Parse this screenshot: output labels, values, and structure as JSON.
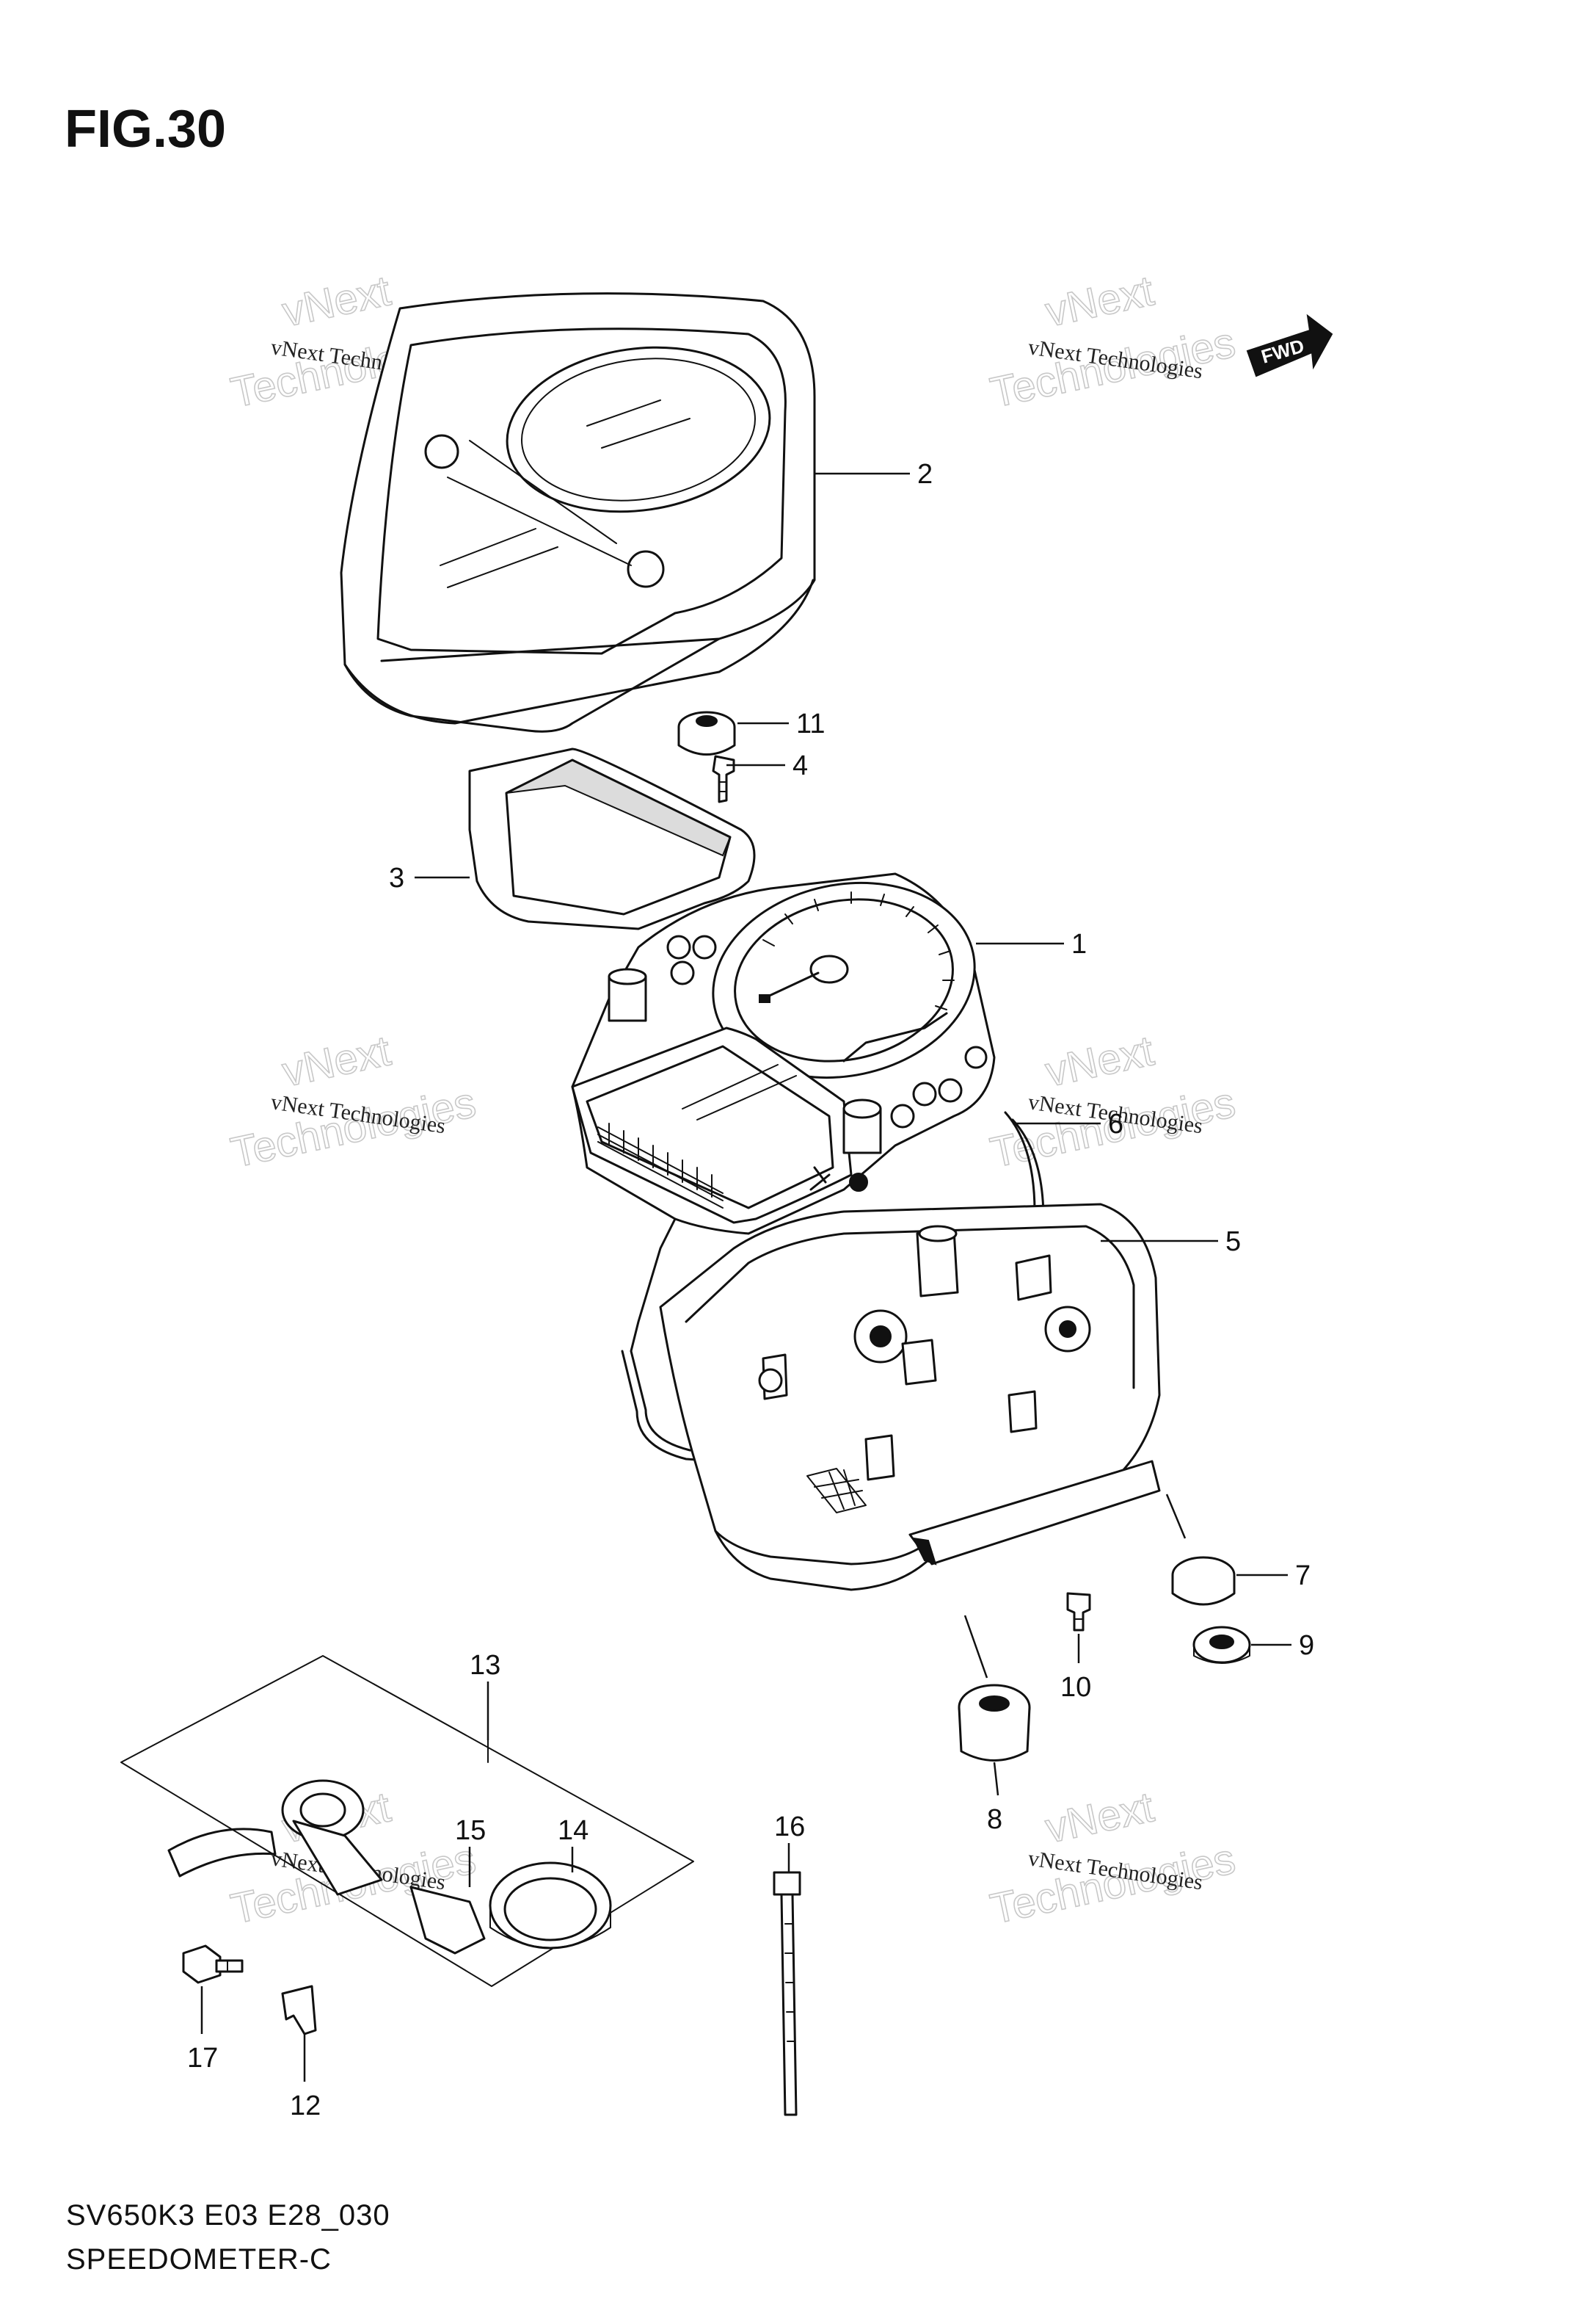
{
  "figure": {
    "title": "FIG.30",
    "model_code": "SV650K3 E03 E28_030",
    "section": "SPEEDOMETER-C"
  },
  "direction_marker": {
    "label": "FWD"
  },
  "watermark": {
    "small_text": "vNext Technologies",
    "big_line1": "vNext",
    "big_line2": "Technologies"
  },
  "callouts": {
    "c1": "1",
    "c2": "2",
    "c3": "3",
    "c4": "4",
    "c5": "5",
    "c6": "6",
    "c7": "7",
    "c8": "8",
    "c9": "9",
    "c10": "10",
    "c11": "11",
    "c12": "12",
    "c13": "13",
    "c14": "14",
    "c15": "15",
    "c16": "16",
    "c17": "17"
  }
}
